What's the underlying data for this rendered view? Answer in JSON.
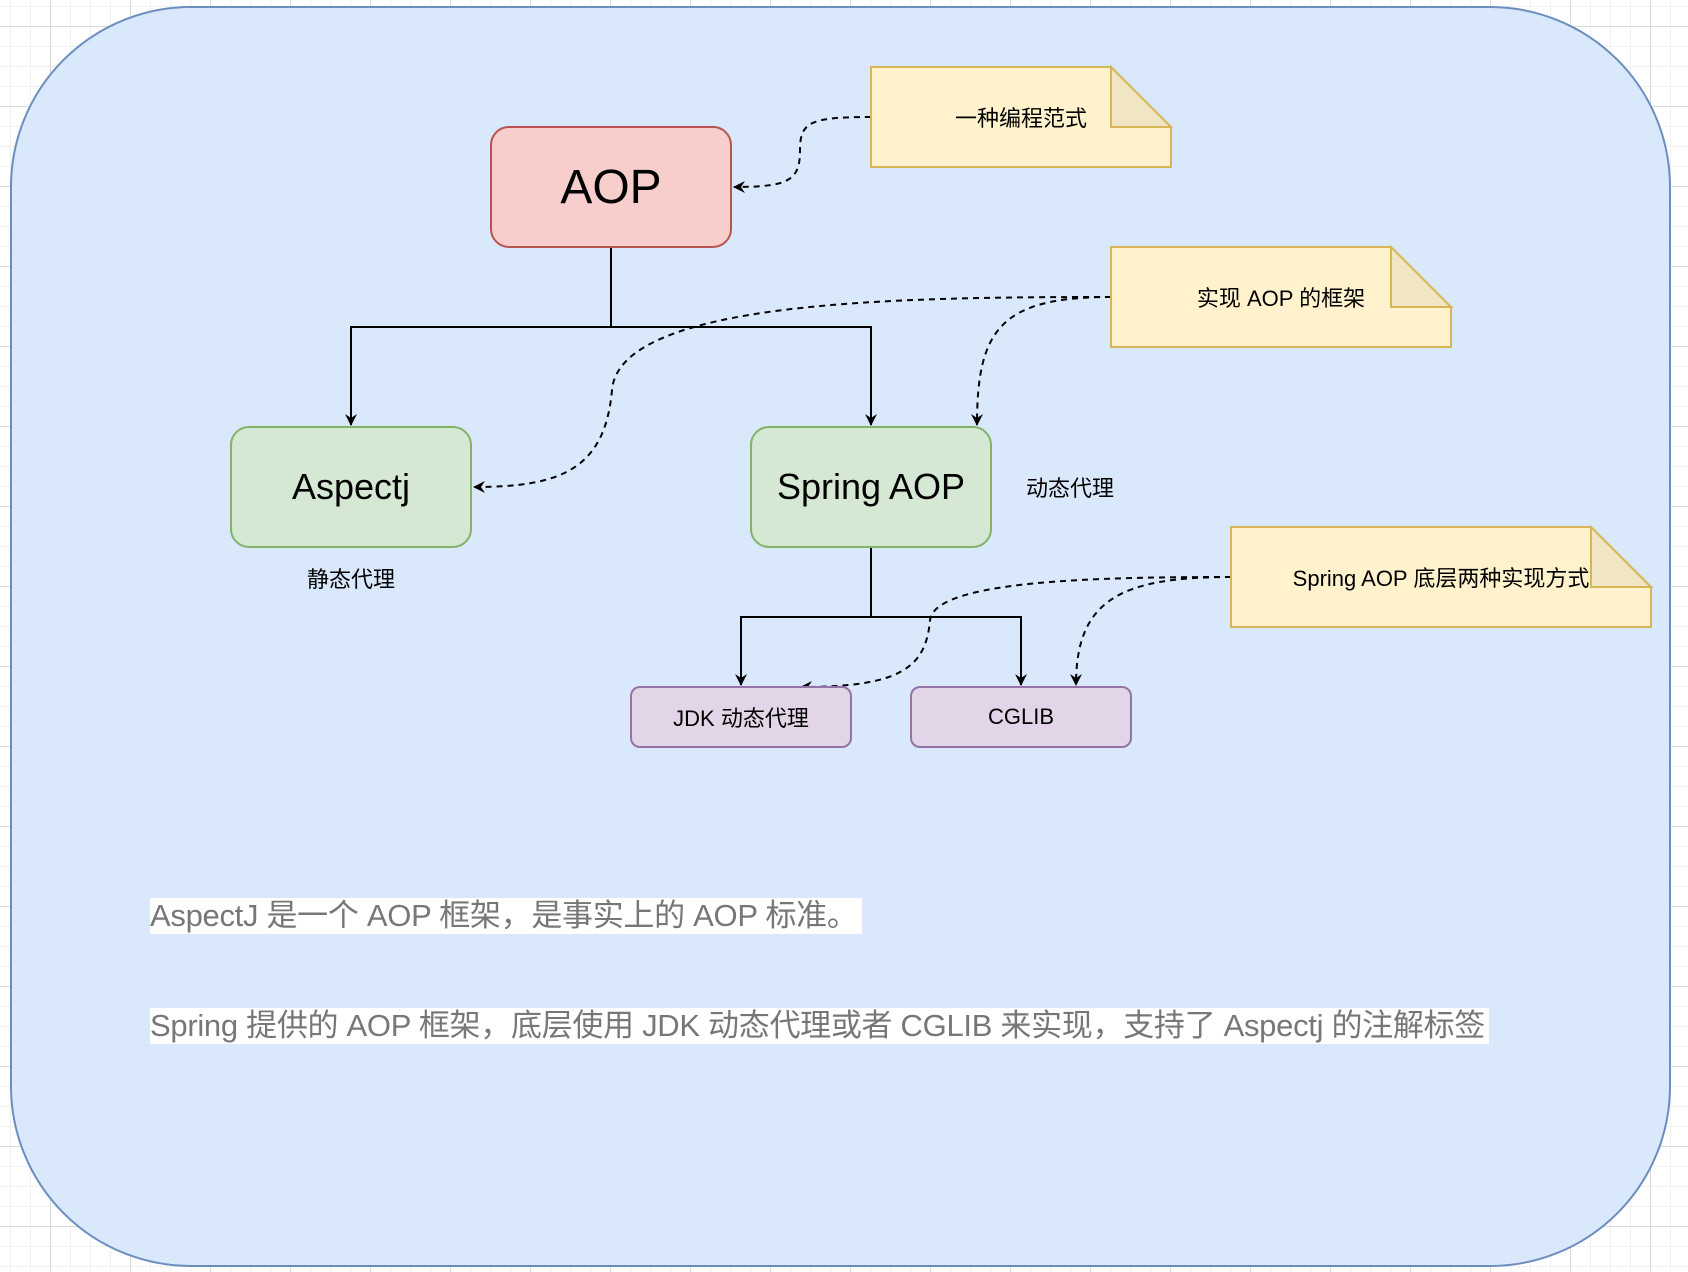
{
  "diagram": {
    "nodes": {
      "aop": {
        "label": "AOP"
      },
      "aspectj": {
        "label": "Aspectj"
      },
      "spring_aop": {
        "label": "Spring AOP"
      },
      "jdk": {
        "label": "JDK 动态代理"
      },
      "cglib": {
        "label": "CGLIB"
      }
    },
    "side_labels": {
      "static_proxy": "静态代理",
      "dynamic_proxy": "动态代理"
    },
    "notes": [
      {
        "text": "一种编程范式"
      },
      {
        "text": "实现 AOP 的框架"
      },
      {
        "text": "Spring AOP 底层两种实现方式"
      }
    ],
    "descriptions": [
      "AspectJ 是一个 AOP 框架，是事实上的 AOP 标准。",
      "Spring 提供的 AOP 框架，底层使用 JDK 动态代理或者 CGLIB 来实现，支持了 Aspectj 的注解标签"
    ],
    "colors": {
      "container_fill": "#dae8fc",
      "container_stroke": "#6c8ebf",
      "root_fill": "#f8cecc",
      "root_stroke": "#b85450",
      "framework_fill": "#d5e8d4",
      "framework_stroke": "#82b366",
      "impl_fill": "#e1d5e7",
      "impl_stroke": "#9673a6",
      "note_fill": "#fff2cc",
      "note_stroke": "#d6b656",
      "note_fold_fill": "#f1e6c3",
      "description_text": "#777777"
    }
  }
}
